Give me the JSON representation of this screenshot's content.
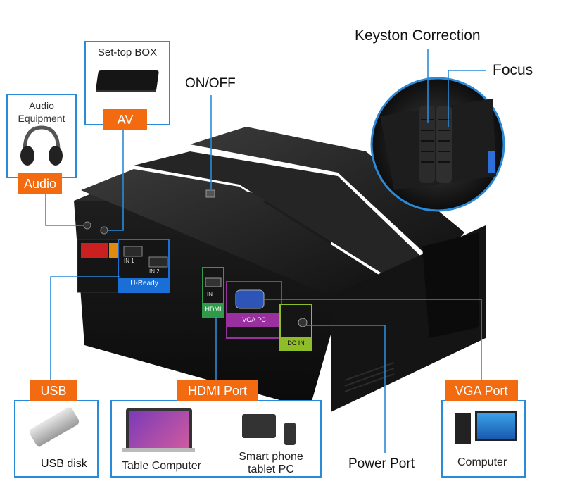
{
  "labels": {
    "keystone": "Keyston Correction",
    "focus": "Focus",
    "onoff": "ON/OFF",
    "power_port": "Power Port"
  },
  "boxes": {
    "settop": {
      "title": "Set-top BOX",
      "tag": "AV"
    },
    "audio": {
      "title": "Audio\nEquipment",
      "tag": "Audio"
    },
    "usb": {
      "tag": "USB",
      "caption": "USB disk"
    },
    "hdmi": {
      "tag": "HDMI Port",
      "caption_left": "Table Computer",
      "caption_right": "Smart phone\ntablet PC"
    },
    "vga": {
      "tag": "VGA Port",
      "caption": "Computer"
    }
  },
  "panel_labels": {
    "usb_ready": "U-Ready",
    "hdmi": "HDMI",
    "vga": "VGA PC",
    "dc": "DC IN",
    "usb1": "IN 1",
    "usb2": "IN 2",
    "hdmi_in": "IN"
  },
  "colors": {
    "accent_orange": "#f26b11",
    "line_blue": "#2a8ad8",
    "device_black": "#1a1a1a"
  }
}
